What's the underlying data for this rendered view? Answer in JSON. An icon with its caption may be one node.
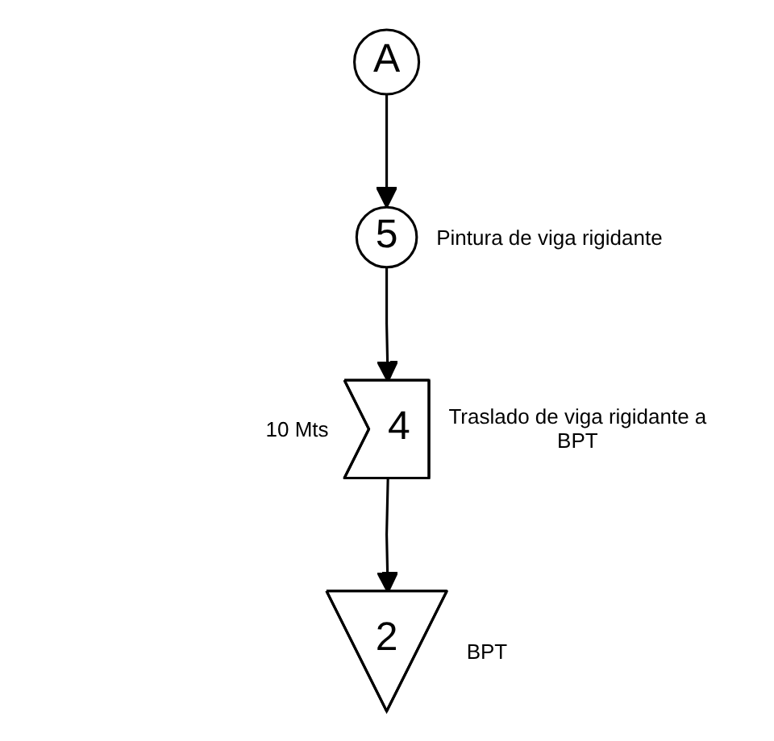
{
  "diagram": {
    "nodes": [
      {
        "text": [
          "A"
        ]
      },
      {
        "text": [
          "5"
        ],
        "beside": [
          "Pintura de viga rigidante"
        ]
      },
      {
        "text": [
          "4"
        ],
        "beside": [
          "Traslado de viga rigidante a BPT",
          "10 Mts"
        ]
      },
      {
        "text": [
          "2"
        ],
        "beside": [
          "BPT"
        ]
      }
    ],
    "edges": [
      {
        "from": 0,
        "to": 1,
        "arrow": "to"
      },
      {
        "from": 1,
        "to": 2,
        "arrow": "to"
      },
      {
        "from": 2,
        "to": 3,
        "arrow": "to"
      }
    ]
  }
}
